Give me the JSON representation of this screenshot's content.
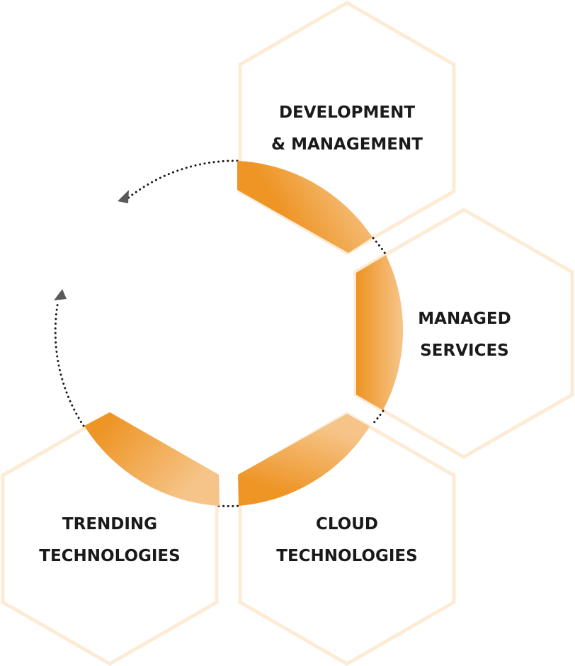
{
  "colors": {
    "hex_outline": "#FDEBD6",
    "segment_dark": "#EE9526",
    "segment_light": "#F6C488",
    "dotted_line": "#1a1a1a",
    "arrow": "#5a5a5a",
    "text": "#1a1a1a"
  },
  "nodes": [
    {
      "id": "development-management",
      "line1": "DEVELOPMENT",
      "line2": "& MANAGEMENT"
    },
    {
      "id": "managed-services",
      "line1": "MANAGED",
      "line2": "SERVICES"
    },
    {
      "id": "cloud-technologies",
      "line1": "CLOUD",
      "line2": "TECHNOLOGIES"
    },
    {
      "id": "trending-technologies",
      "line1": "TRENDING",
      "line2": "TECHNOLOGIES"
    }
  ],
  "icons": [
    "arrowhead-icon",
    "arrowhead-icon"
  ]
}
